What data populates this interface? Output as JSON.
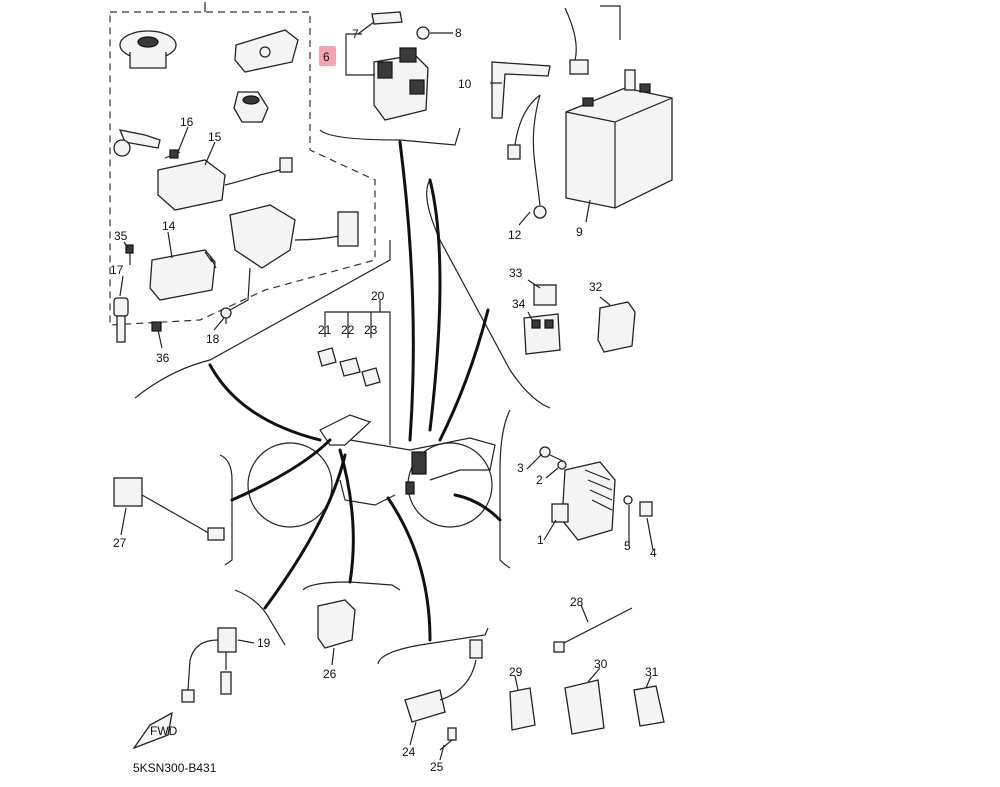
{
  "diagram": {
    "code": "5KSN300-B431",
    "labels": {
      "n1": "1",
      "n2": "2",
      "n3": "3",
      "n4": "4",
      "n5": "5",
      "n6": "6",
      "n7": "7",
      "n8": "8",
      "n9": "9",
      "n10": "10",
      "n12": "12",
      "n14": "14",
      "n15": "15",
      "n16": "16",
      "n17": "17",
      "n18": "18",
      "n19": "19",
      "n20": "20",
      "n21": "21",
      "n22": "22",
      "n23": "23",
      "n24": "24",
      "n25": "25",
      "n26": "26",
      "n27": "27",
      "n28": "28",
      "n29": "29",
      "n30": "30",
      "n31": "31",
      "n32": "32",
      "n33": "33",
      "n34": "34",
      "n35": "35",
      "n36": "36"
    },
    "highlight_color": "#f4a6ae",
    "fwd_arrow_text": "FWD"
  }
}
